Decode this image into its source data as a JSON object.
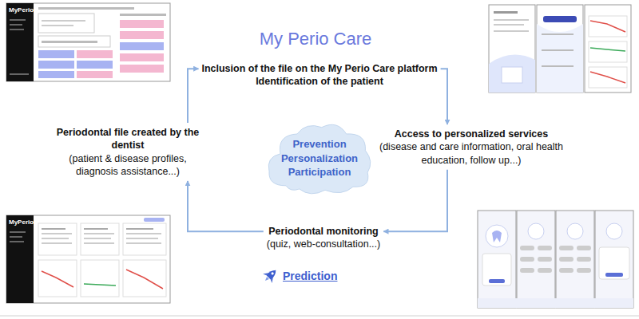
{
  "diagram": {
    "title": "My Perio Care",
    "nodes": [
      {
        "text": [
          "Inclusion of the file on the My Perio Care platform",
          "Identification of the patient"
        ]
      },
      {
        "text": [
          "Access to personalized services",
          "(disease and care information, oral health education, follow up...)"
        ]
      },
      {
        "text": [
          "Periodontal monitoring",
          "(quiz, web-consultation...)"
        ]
      },
      {
        "text": [
          "Periodontal file created by the dentist",
          "(patient & disease profiles, diagnosis assistance...)"
        ]
      },
      {
        "text": [
          "Prevention Personalization Participation"
        ]
      }
    ],
    "edges": [
      {
        "from": 0,
        "to": 1,
        "arrow": "to"
      },
      {
        "from": 1,
        "to": 2,
        "arrow": "to"
      },
      {
        "from": 2,
        "to": 3,
        "arrow": "to"
      },
      {
        "from": 3,
        "to": 0,
        "arrow": "to"
      }
    ],
    "labels": [
      "MyPerio",
      "MyPerio",
      "Prediction"
    ]
  }
}
